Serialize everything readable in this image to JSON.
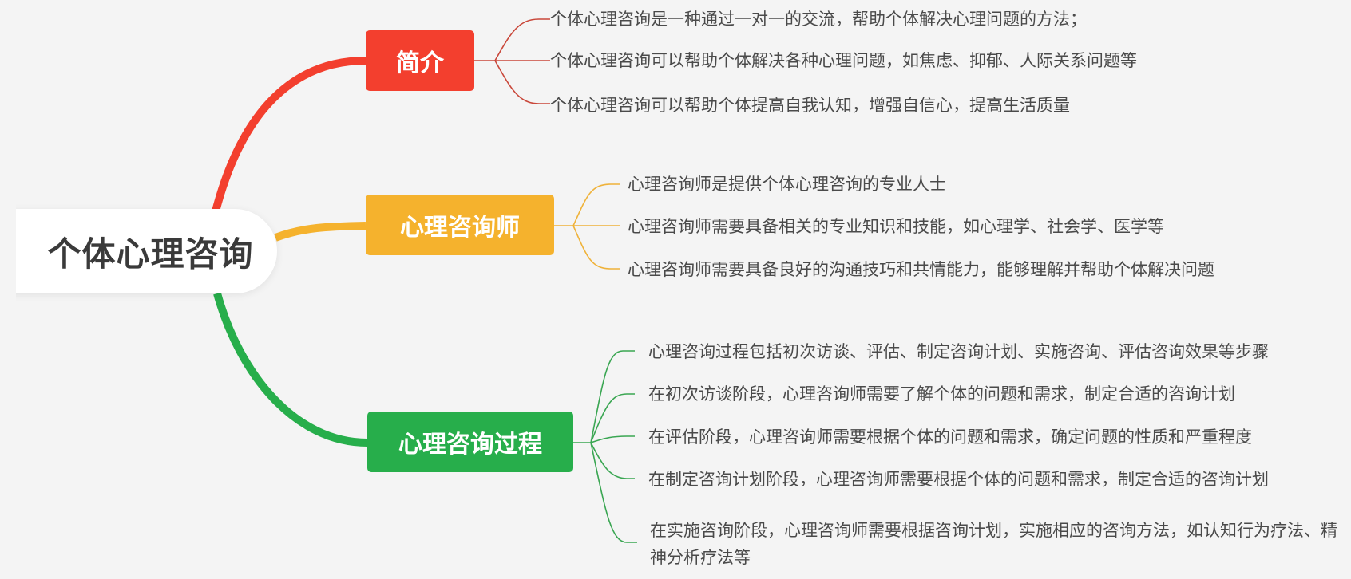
{
  "root": {
    "label": "个体心理咨询"
  },
  "colors": {
    "background": "#f4f4f4",
    "root_fill": "#ffffff",
    "root_text": "#3a3a3a",
    "intro": "#f33f2e",
    "counselor": "#f5b22d",
    "process": "#27ae4b",
    "leaf_text": "#4a4a4a"
  },
  "branches": [
    {
      "label": "简介",
      "color": "#f33f2e",
      "children": [
        "个体心理咨询是一种通过一对一的交流，帮助个体解决心理问题的方法；",
        "个体心理咨询可以帮助个体解决各种心理问题，如焦虑、抑郁、人际关系问题等",
        "个体心理咨询可以帮助个体提高自我认知，增强自信心，提高生活质量"
      ]
    },
    {
      "label": "心理咨询师",
      "color": "#f5b22d",
      "children": [
        "心理咨询师是提供个体心理咨询的专业人士",
        "心理咨询师需要具备相关的专业知识和技能，如心理学、社会学、医学等",
        "心理咨询师需要具备良好的沟通技巧和共情能力，能够理解并帮助个体解决问题"
      ]
    },
    {
      "label": "心理咨询过程",
      "color": "#27ae4b",
      "children": [
        "心理咨询过程包括初次访谈、评估、制定咨询计划、实施咨询、评估咨询效果等步骤",
        "在初次访谈阶段，心理咨询师需要了解个体的问题和需求，制定合适的咨询计划",
        "在评估阶段，心理咨询师需要根据个体的问题和需求，确定问题的性质和严重程度",
        "在制定咨询计划阶段，心理咨询师需要根据个体的问题和需求，制定合适的咨询计划",
        "在实施咨询阶段，心理咨询师需要根据咨询计划，实施相应的咨询方法，如认知行为疗法、精神分析疗法等"
      ]
    }
  ]
}
